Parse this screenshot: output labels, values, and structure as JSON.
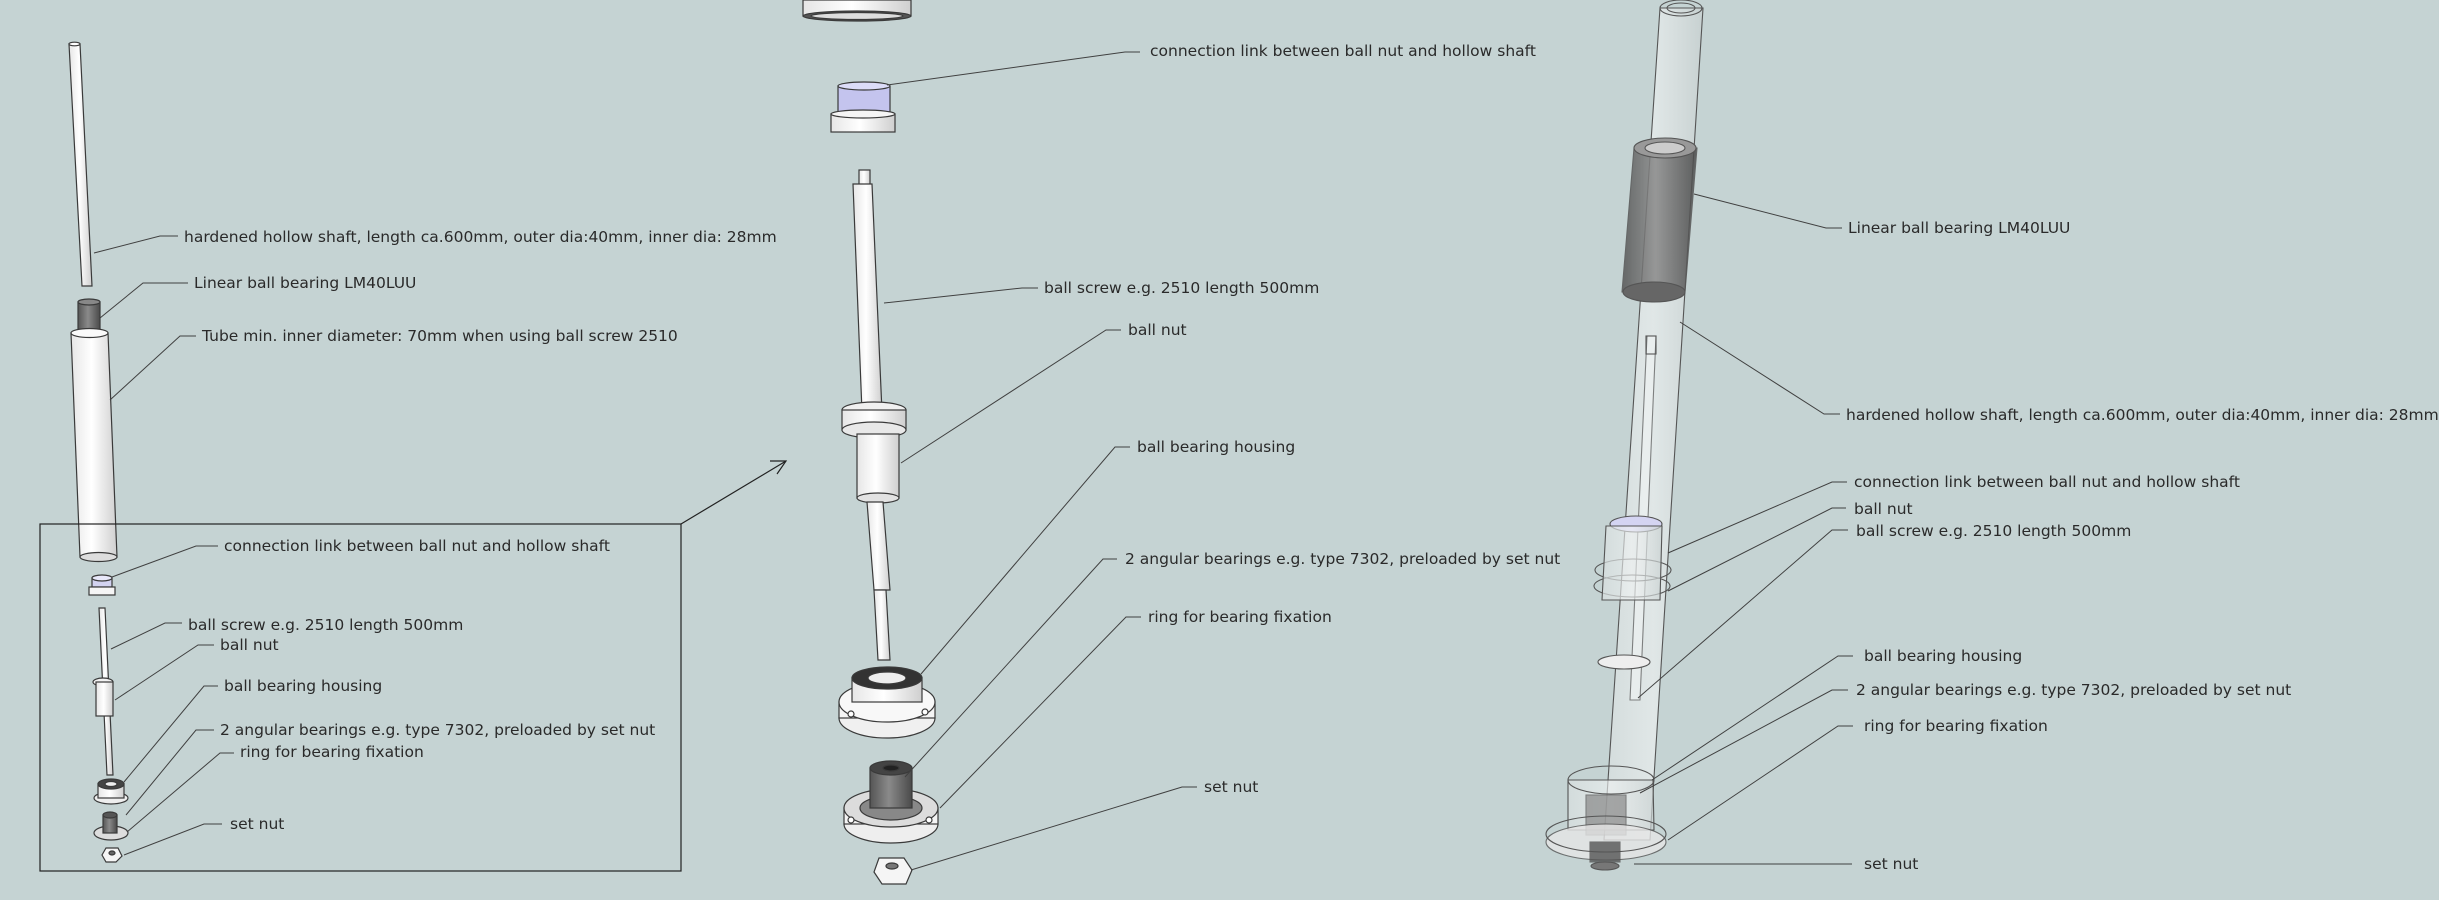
{
  "labels": {
    "l_shaft": "hardened hollow shaft, length ca.600mm, outer dia:40mm, inner dia: 28mm",
    "l_linear": "Linear ball bearing LM40LUU",
    "l_tube": "Tube min. inner diameter: 70mm when using ball screw 2510",
    "l_conn": "connection link between ball nut and hollow shaft",
    "l_screw": "ball screw e.g. 2510 length 500mm",
    "l_ballnut": "ball nut",
    "l_housing": "ball bearing housing",
    "l_angular": "2 angular bearings e.g. type 7302, preloaded by set nut",
    "l_ring": "ring for bearing fixation",
    "l_setnut": "set nut",
    "m_conn": "connection link between ball nut and hollow shaft",
    "m_screw": "ball screw e.g. 2510 length 500mm",
    "m_ballnut": "ball nut",
    "m_housing": "ball bearing housing",
    "m_angular": "2 angular bearings e.g. type 7302, preloaded by set nut",
    "m_ring": "ring for bearing fixation",
    "m_setnut": "set nut",
    "r_linear": "Linear ball bearing LM40LUU",
    "r_shaft": "hardened hollow shaft, length ca.600mm, outer dia:40mm, inner dia: 28mm",
    "r_conn": "connection link between ball nut and hollow shaft",
    "r_ballnut": "ball nut",
    "r_screw": "ball screw e.g. 2510 length 500mm",
    "r_housing": "ball bearing housing",
    "r_angular": "2 angular bearings e.g. type 7302, preloaded by set nut",
    "r_ring": "ring for bearing fixation",
    "r_setnut": "set nut"
  },
  "colors": {
    "background": "#c5d3d3",
    "part_fill": "#f6f6f6",
    "part_stroke": "#3a3a3a",
    "link_part": "#c9c9ee",
    "dark_part": "#666666",
    "leader": "#404040"
  }
}
